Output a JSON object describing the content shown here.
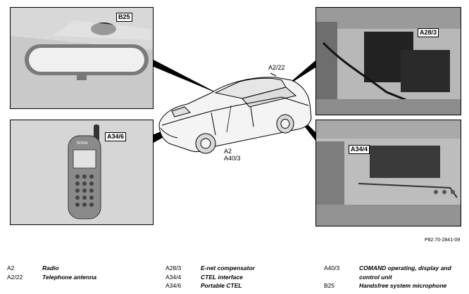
{
  "panels": {
    "mirror": {
      "callout": "B25"
    },
    "phone": {
      "callout": "A34/6",
      "brand": "NOKIA"
    },
    "trunk_top": {
      "callout": "A28/3"
    },
    "trunk_bottom": {
      "callout": "A34/4"
    }
  },
  "car_labels": {
    "roof": "A2/22",
    "front": [
      "A2",
      "A40/3"
    ]
  },
  "reference": "P82.70-2841-09",
  "legend": {
    "col1": [
      {
        "code": "A2",
        "desc": "Radio"
      },
      {
        "code": "A2/22",
        "desc": "Telephone antenna"
      }
    ],
    "col2": [
      {
        "code": "A28/3",
        "desc": "E-net compensator"
      },
      {
        "code": "A34/4",
        "desc": "CTEL interface"
      },
      {
        "code": "A34/6",
        "desc": "Portable CTEL"
      }
    ],
    "col3": [
      {
        "code": "A40/3",
        "desc": "COMAND operating, display and control unit"
      },
      {
        "code": "B25",
        "desc": "Handsfree system microphone"
      }
    ]
  }
}
